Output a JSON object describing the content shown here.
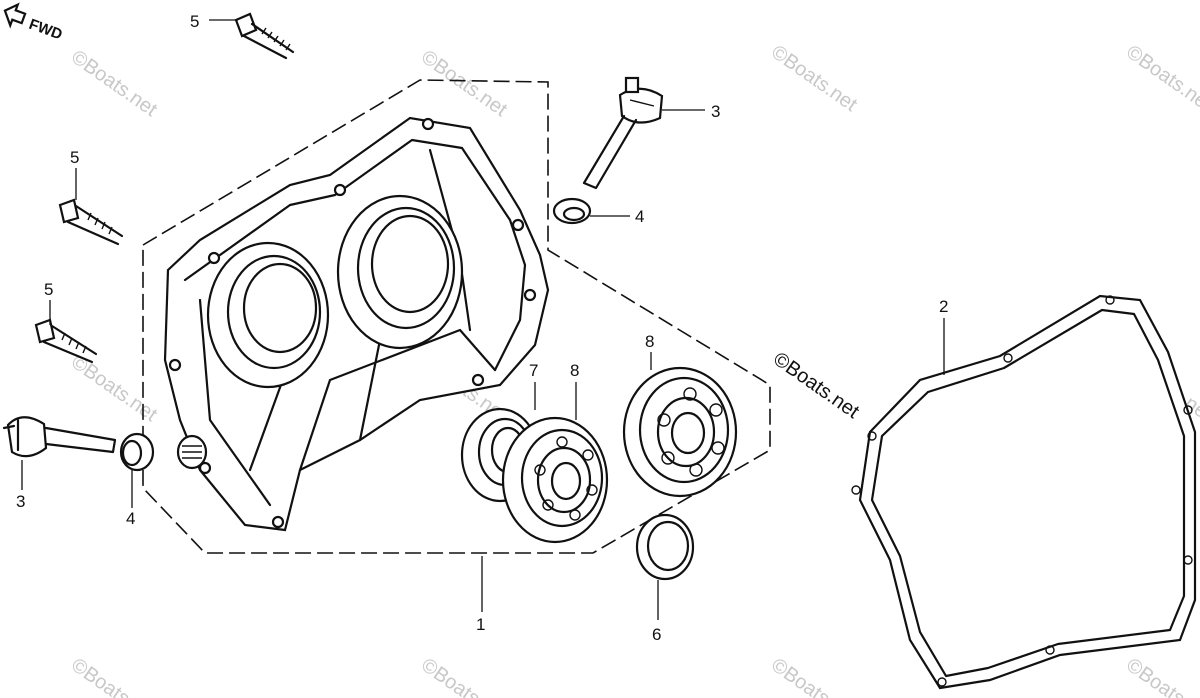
{
  "diagram": {
    "direction_label": "FWD",
    "watermark_text": "©Boats.net",
    "colors": {
      "ink": "#111111",
      "background": "#ffffff",
      "watermark": "#c8c8c8"
    },
    "callouts": {
      "main_cover": "1",
      "gasket": "2",
      "dipstick_right": "3",
      "dipstick_left": "3",
      "oring_right": "4",
      "oring_left": "4",
      "bolt_top": "5",
      "bolt_middle": "5",
      "bolt_lower": "5",
      "oil_seal": "6",
      "bearing_small": "7",
      "bearing_center": "8",
      "bearing_right": "8"
    }
  }
}
